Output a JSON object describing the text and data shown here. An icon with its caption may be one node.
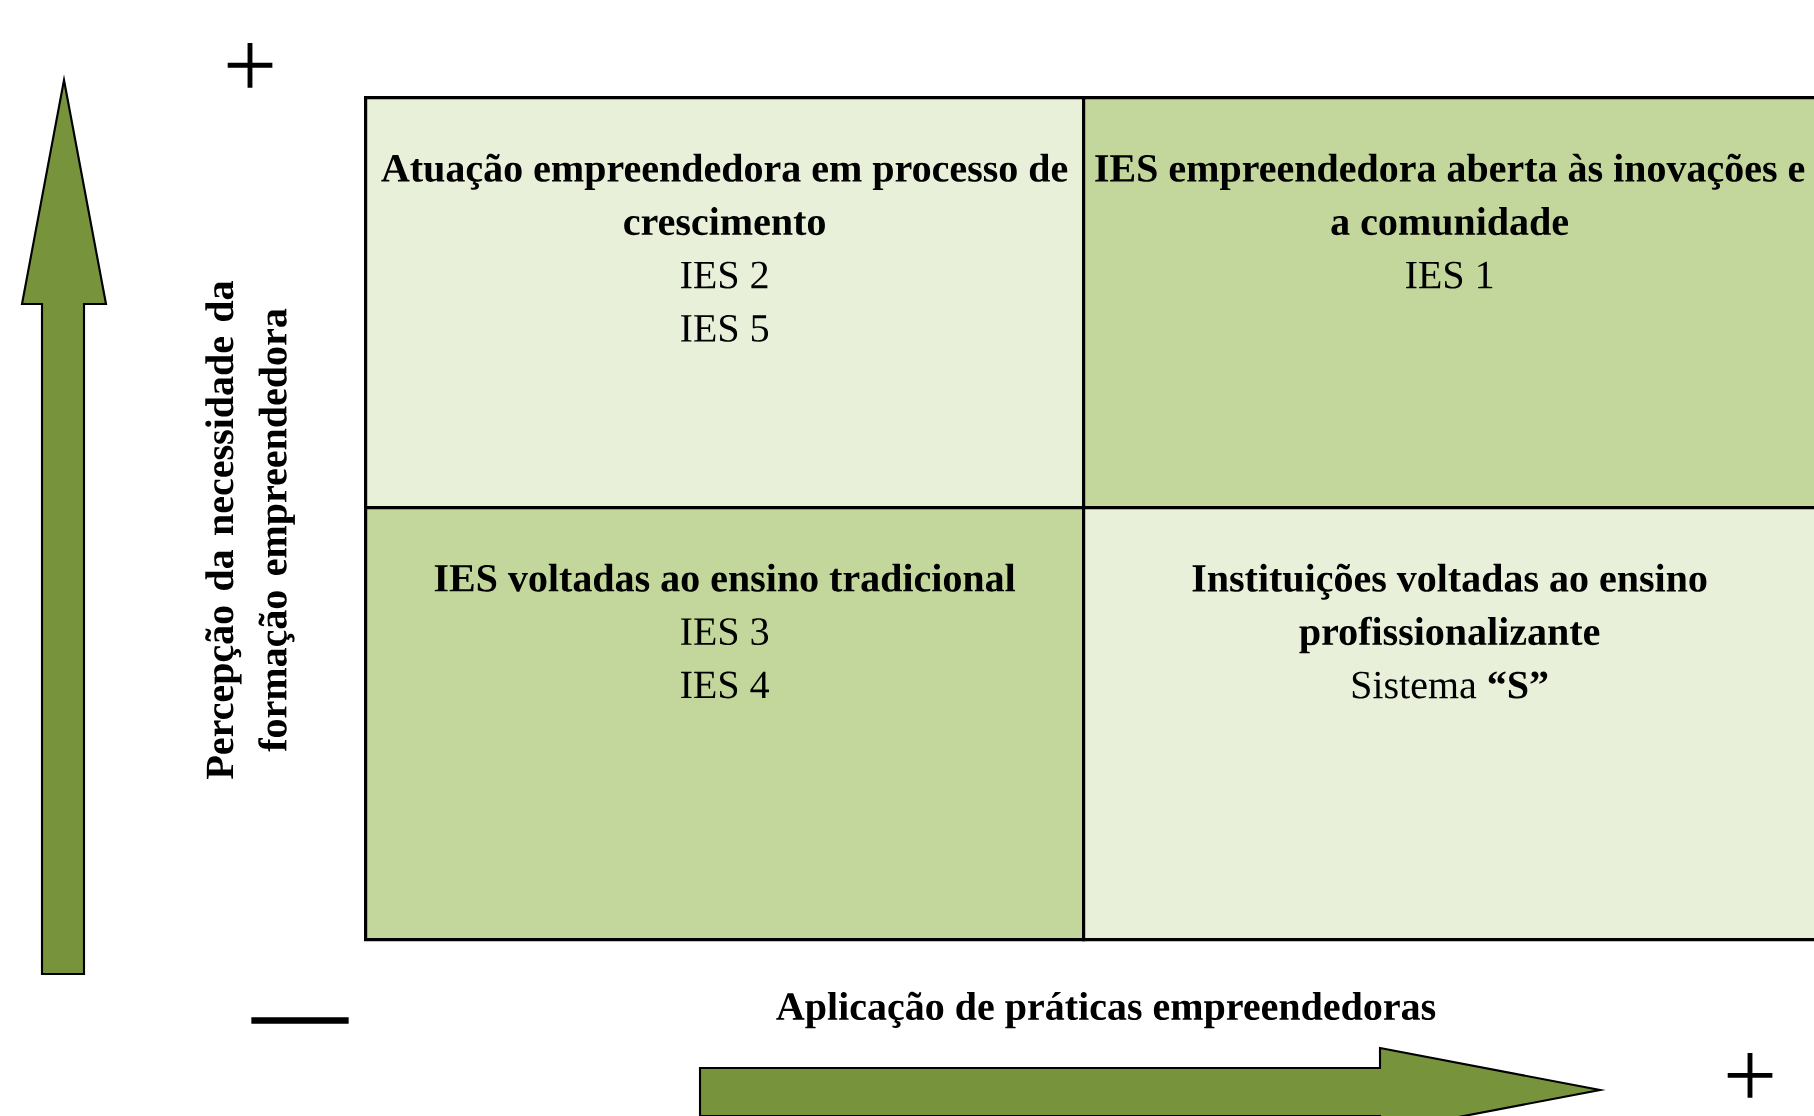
{
  "diagram": {
    "nodes": [
      {
        "text": [
          "Atuação empreendedora em processo de crescimento",
          "IES 2",
          "IES 5"
        ]
      },
      {
        "text": [
          "IES empreendedora aberta às inovações e a comunidade",
          "IES 1"
        ]
      },
      {
        "text": [
          "IES voltadas ao ensino tradicional",
          "IES 3",
          "IES 4"
        ]
      },
      {
        "text": [
          "Instituições voltadas ao ensino profissionalizante",
          "Sistema **“S”**"
        ]
      }
    ],
    "labels": [
      "+",
      "Percepção da necessidade da formação empreendedora",
      "—",
      "Aplicação de práticas empreendedoras",
      "+"
    ]
  }
}
